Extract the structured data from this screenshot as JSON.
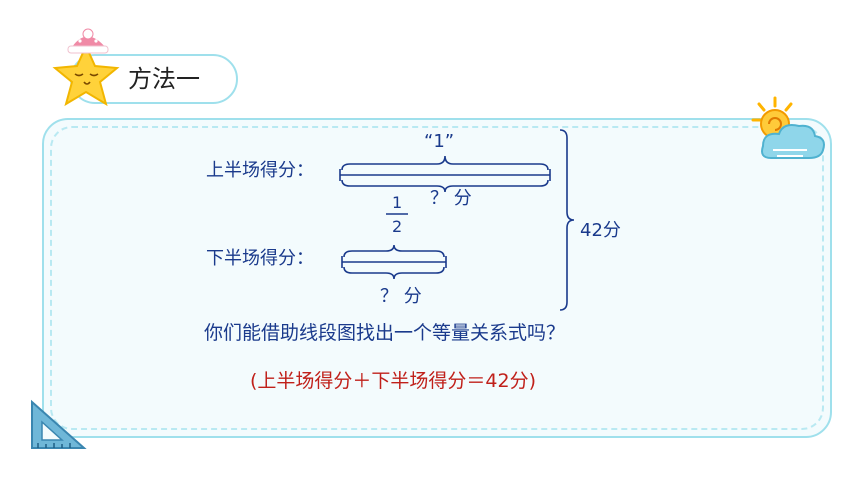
{
  "header": {
    "title": "方法一"
  },
  "diagram": {
    "first_half_label": "上半场得分：",
    "second_half_label": "下半场得分：",
    "one_label": "“1”",
    "unknown_top": "？ 分",
    "fraction_numerator": "1",
    "fraction_denominator": "2",
    "unknown_bottom": "？ 分",
    "total_label": "42分"
  },
  "question": "你们能借助线段图找出一个等量关系式吗？",
  "answer": "(上半场得分＋下半场得分＝42分)",
  "colors": {
    "text_blue": "#1a3a8c",
    "answer_red": "#c0201a",
    "frame_cyan": "#9fe0ec",
    "star_yellow": "#ffd23a"
  },
  "icons": [
    "star-with-nightcap-icon",
    "sun-and-cloud-icon",
    "triangle-ruler-icon"
  ]
}
